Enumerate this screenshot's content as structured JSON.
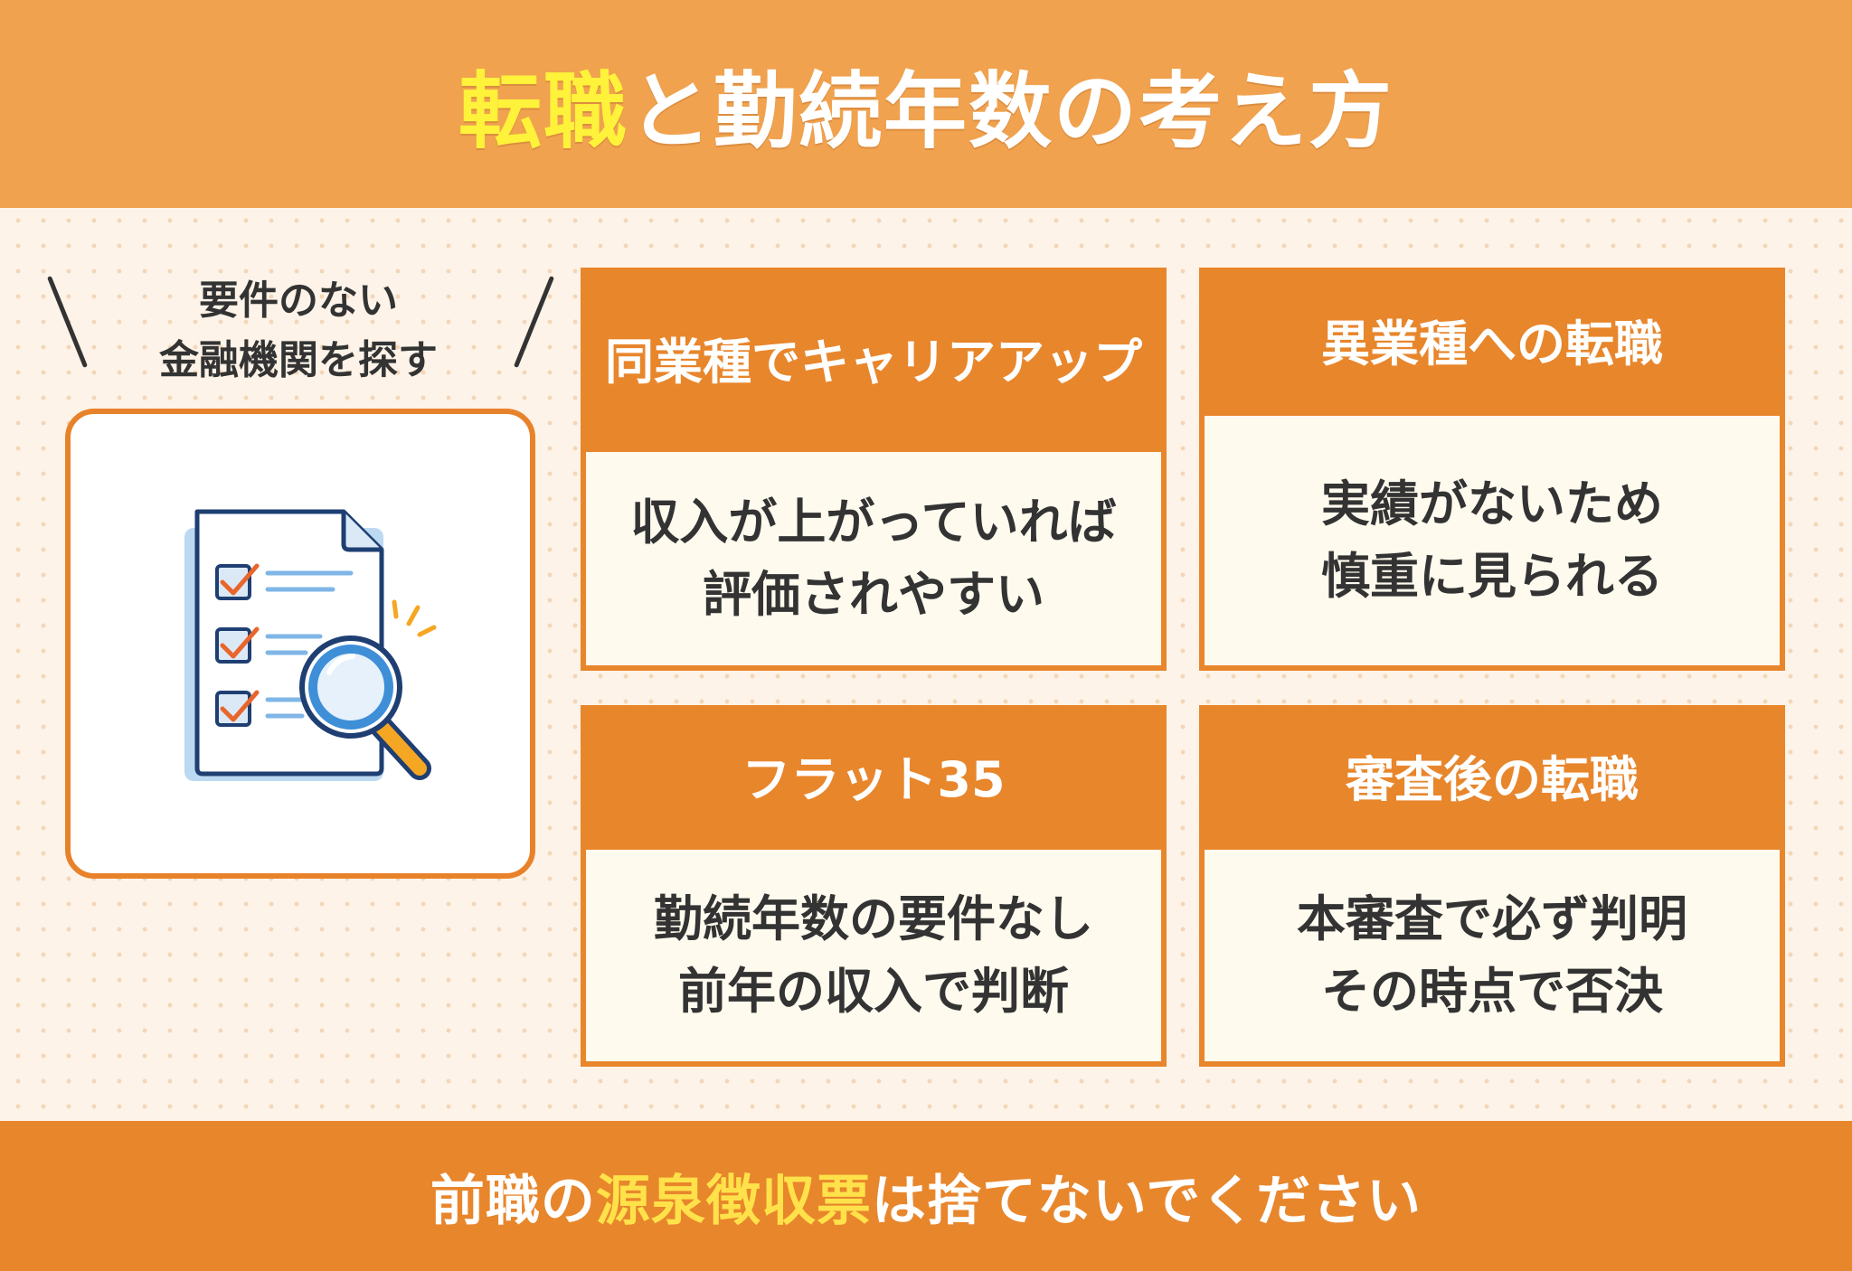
{
  "header": {
    "title_highlight": "転職",
    "title_rest": "と勤続年数の考え方"
  },
  "side": {
    "caption_line1": "要件のない",
    "caption_line2": "金融機関を探す",
    "illustration": "checklist-magnifier-icon"
  },
  "cards": [
    {
      "title": "同業種でキャリアアップ",
      "body": "収入が上がっていれば\n評価されやすい"
    },
    {
      "title": "異業種への転職",
      "body": "実績がないため\n慎重に見られる"
    },
    {
      "title": "フラット35",
      "body": "勤続年数の要件なし\n前年の収入で判断"
    },
    {
      "title": "審査後の転職",
      "body": "本審査で必ず判明\nその時点で否決"
    }
  ],
  "footer": {
    "text_before": "前職の",
    "text_highlight": "源泉徴収票",
    "text_after": "は捨てないでください"
  },
  "colors": {
    "header_bg": "#f0a24f",
    "accent_orange": "#e8862c",
    "highlight_yellow": "#fff23a",
    "card_body_bg": "#fffaee",
    "background": "#fdf3e8"
  }
}
